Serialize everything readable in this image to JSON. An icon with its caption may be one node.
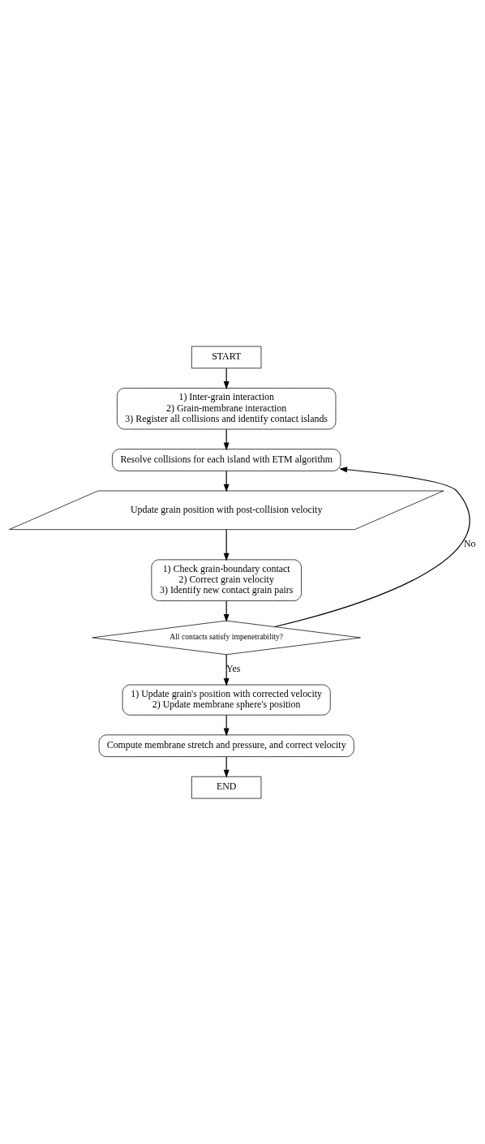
{
  "diagram": {
    "nodes": [
      {
        "text": [
          "START"
        ]
      },
      {
        "text": [
          "1) Inter-grain interaction",
          "2) Grain-membrane interaction",
          "3) Register all collisions and identify contact islands"
        ]
      },
      {
        "text": [
          "Resolve collisions for each island with ETM algorithm"
        ]
      },
      {
        "text": [
          "Update grain position with post-collision velocity"
        ]
      },
      {
        "text": [
          "1) Check grain-boundary contact",
          "2) Correct grain velocity",
          "3) Identify new contact grain pairs"
        ]
      },
      {
        "text": [
          "All contacts satisfy impenetrability?"
        ]
      },
      {
        "text": [
          "1) Update grain's position with corrected velocity",
          "2) Update membrane sphere's position"
        ]
      },
      {
        "text": [
          "Compute membrane stretch and pressure, and correct velocity"
        ]
      },
      {
        "text": [
          "END"
        ]
      }
    ],
    "edges": [
      {
        "from": 0,
        "to": 1,
        "arrow": "to"
      },
      {
        "from": 1,
        "to": 2,
        "arrow": "to"
      },
      {
        "from": 2,
        "to": 3,
        "arrow": "to"
      },
      {
        "from": 3,
        "to": 4,
        "arrow": "to"
      },
      {
        "from": 4,
        "to": 5,
        "arrow": "to"
      },
      {
        "from": 5,
        "to": 6,
        "label": "Yes",
        "arrow": "to"
      },
      {
        "from": 5,
        "to": 2,
        "label": "No",
        "arrow": "to"
      },
      {
        "from": 6,
        "to": 7,
        "arrow": "to"
      },
      {
        "from": 7,
        "to": 8,
        "arrow": "to"
      }
    ]
  }
}
